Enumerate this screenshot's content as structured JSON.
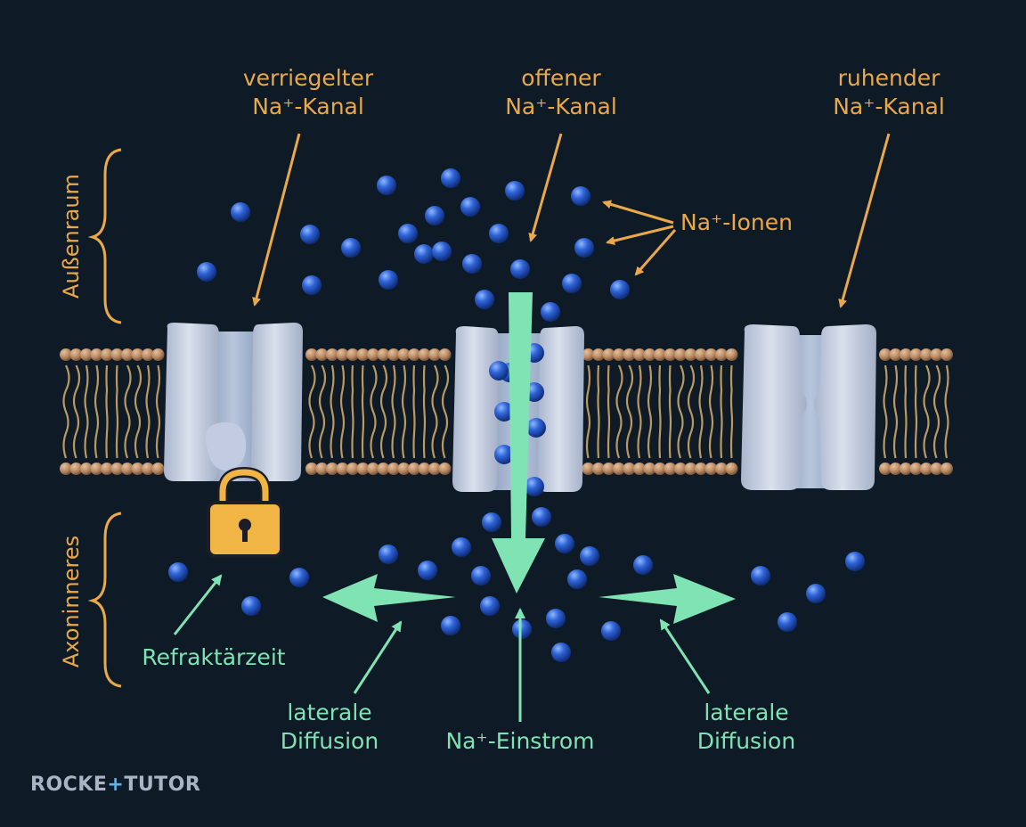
{
  "labels": {
    "locked_channel_l1": "verriegelter",
    "locked_channel_l2": "Na⁺-Kanal",
    "open_channel_l1": "offener",
    "open_channel_l2": "Na⁺-Kanal",
    "resting_channel_l1": "ruhender",
    "resting_channel_l2": "Na⁺-Kanal",
    "ions": "Na⁺-Ionen",
    "outside": "Außenraum",
    "inside": "Axoninneres",
    "refractory": "Refraktärzeit",
    "lateral_left_l1": "laterale",
    "lateral_left_l2": "Diffusion",
    "influx": "Na⁺-Einstrom",
    "lateral_right_l1": "laterale",
    "lateral_right_l2": "Diffusion"
  },
  "logo": {
    "left": "ROCKE",
    "mid": "+",
    "right": "TUTOR"
  },
  "colors": {
    "background": "#0f1a27",
    "orange": "#e9a84a",
    "green": "#7fe3b3",
    "ion": "#2f63d6",
    "channel": "#c9d2e3",
    "lipid_head": "#b98a63",
    "lipid_tail": "#b99a62",
    "lock": "#f0b545"
  }
}
